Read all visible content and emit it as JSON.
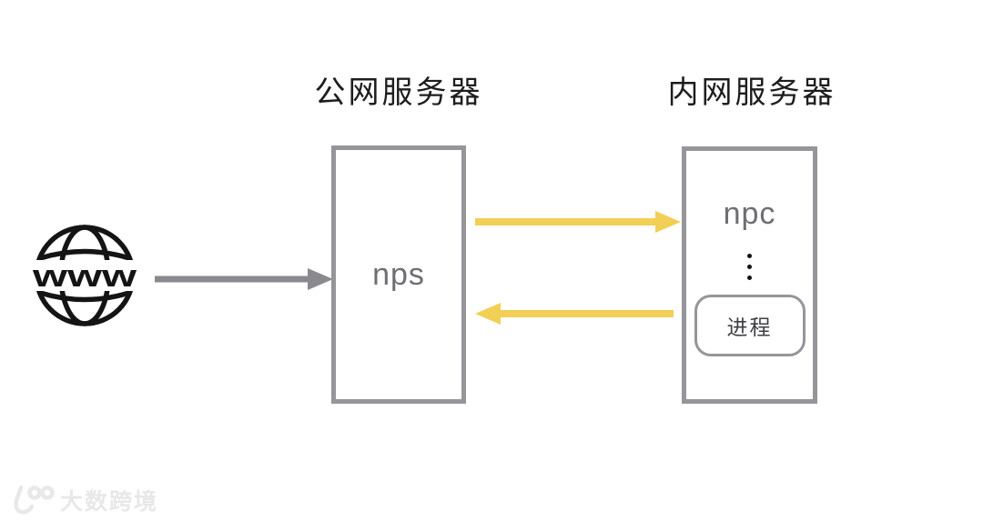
{
  "diagram": {
    "title_public": "公网服务器",
    "title_private": "内网服务器",
    "internet": {
      "icon": "globe-www-icon",
      "label": "www"
    },
    "nps": {
      "label": "nps"
    },
    "npc": {
      "label": "npc",
      "process_label": "进程"
    }
  },
  "arrows": {
    "internet_to_nps": "gray-right",
    "nps_to_npc": "yellow-right",
    "npc_to_nps": "yellow-left"
  },
  "colors": {
    "box_border": "#95959a",
    "gray_arrow": "#8a8a8e",
    "yellow_arrow": "#f2cf55",
    "node_text": "#6e6e73",
    "title_text": "#1d1d1f",
    "process_text": "#3f3f44",
    "icon_black": "#141414",
    "watermark": "#e8e8e8"
  },
  "watermark": {
    "logo": "100",
    "text": "大数跨境"
  }
}
